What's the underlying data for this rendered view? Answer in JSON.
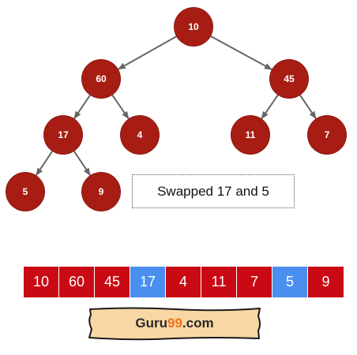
{
  "diagram": {
    "nodes": [
      {
        "id": "n0",
        "label": "10"
      },
      {
        "id": "n1",
        "label": "60"
      },
      {
        "id": "n2",
        "label": "45"
      },
      {
        "id": "n3",
        "label": "17"
      },
      {
        "id": "n4",
        "label": "4"
      },
      {
        "id": "n5",
        "label": "11"
      },
      {
        "id": "n6",
        "label": "7"
      },
      {
        "id": "n7",
        "label": "5"
      },
      {
        "id": "n8",
        "label": "9"
      }
    ],
    "edges": [
      [
        "n0",
        "n1"
      ],
      [
        "n0",
        "n2"
      ],
      [
        "n1",
        "n3"
      ],
      [
        "n1",
        "n4"
      ],
      [
        "n2",
        "n5"
      ],
      [
        "n2",
        "n6"
      ],
      [
        "n3",
        "n7"
      ],
      [
        "n3",
        "n8"
      ]
    ],
    "callout": "Swapped 17 and 5"
  },
  "array": {
    "cells": [
      {
        "value": "10",
        "highlight": false
      },
      {
        "value": "60",
        "highlight": false
      },
      {
        "value": "45",
        "highlight": false
      },
      {
        "value": "17",
        "highlight": true
      },
      {
        "value": "4",
        "highlight": false
      },
      {
        "value": "11",
        "highlight": false
      },
      {
        "value": "7",
        "highlight": false
      },
      {
        "value": "5",
        "highlight": true
      },
      {
        "value": "9",
        "highlight": false
      }
    ]
  },
  "logo": {
    "prefix": "Guru",
    "accent": "99",
    "suffix": ".com"
  },
  "colors": {
    "node_fill": "#a71d14",
    "cell_default": "#c90a14",
    "cell_highlight": "#4a8ef0",
    "edge": "#666666",
    "logo_fill": "#f9d7a5",
    "logo_accent": "#f2711c"
  }
}
